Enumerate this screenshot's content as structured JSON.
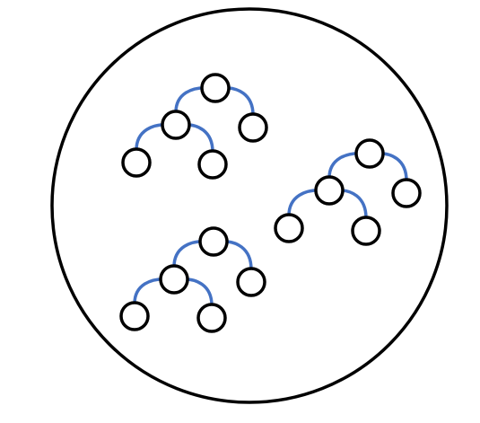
{
  "colors": {
    "background": "#ffffff",
    "outline": "#000000",
    "edge": "#4472c4",
    "node_fill": "#ffffff"
  },
  "diagram": {
    "container_shape": "circle",
    "trees": [
      {
        "name": "tree-top-left",
        "nodes": [
          "root",
          "left",
          "right",
          "left-left",
          "left-right"
        ],
        "edges": [
          [
            "root",
            "left"
          ],
          [
            "root",
            "right"
          ],
          [
            "left",
            "left-left"
          ],
          [
            "left",
            "left-right"
          ]
        ]
      },
      {
        "name": "tree-right",
        "nodes": [
          "root",
          "left",
          "right",
          "left-left",
          "left-right"
        ],
        "edges": [
          [
            "root",
            "left"
          ],
          [
            "root",
            "right"
          ],
          [
            "left",
            "left-left"
          ],
          [
            "left",
            "left-right"
          ]
        ]
      },
      {
        "name": "tree-bottom-left",
        "nodes": [
          "root",
          "left",
          "right",
          "left-left",
          "left-right"
        ],
        "edges": [
          [
            "root",
            "left"
          ],
          [
            "root",
            "right"
          ],
          [
            "left",
            "left-left"
          ],
          [
            "left",
            "left-right"
          ]
        ]
      }
    ]
  }
}
